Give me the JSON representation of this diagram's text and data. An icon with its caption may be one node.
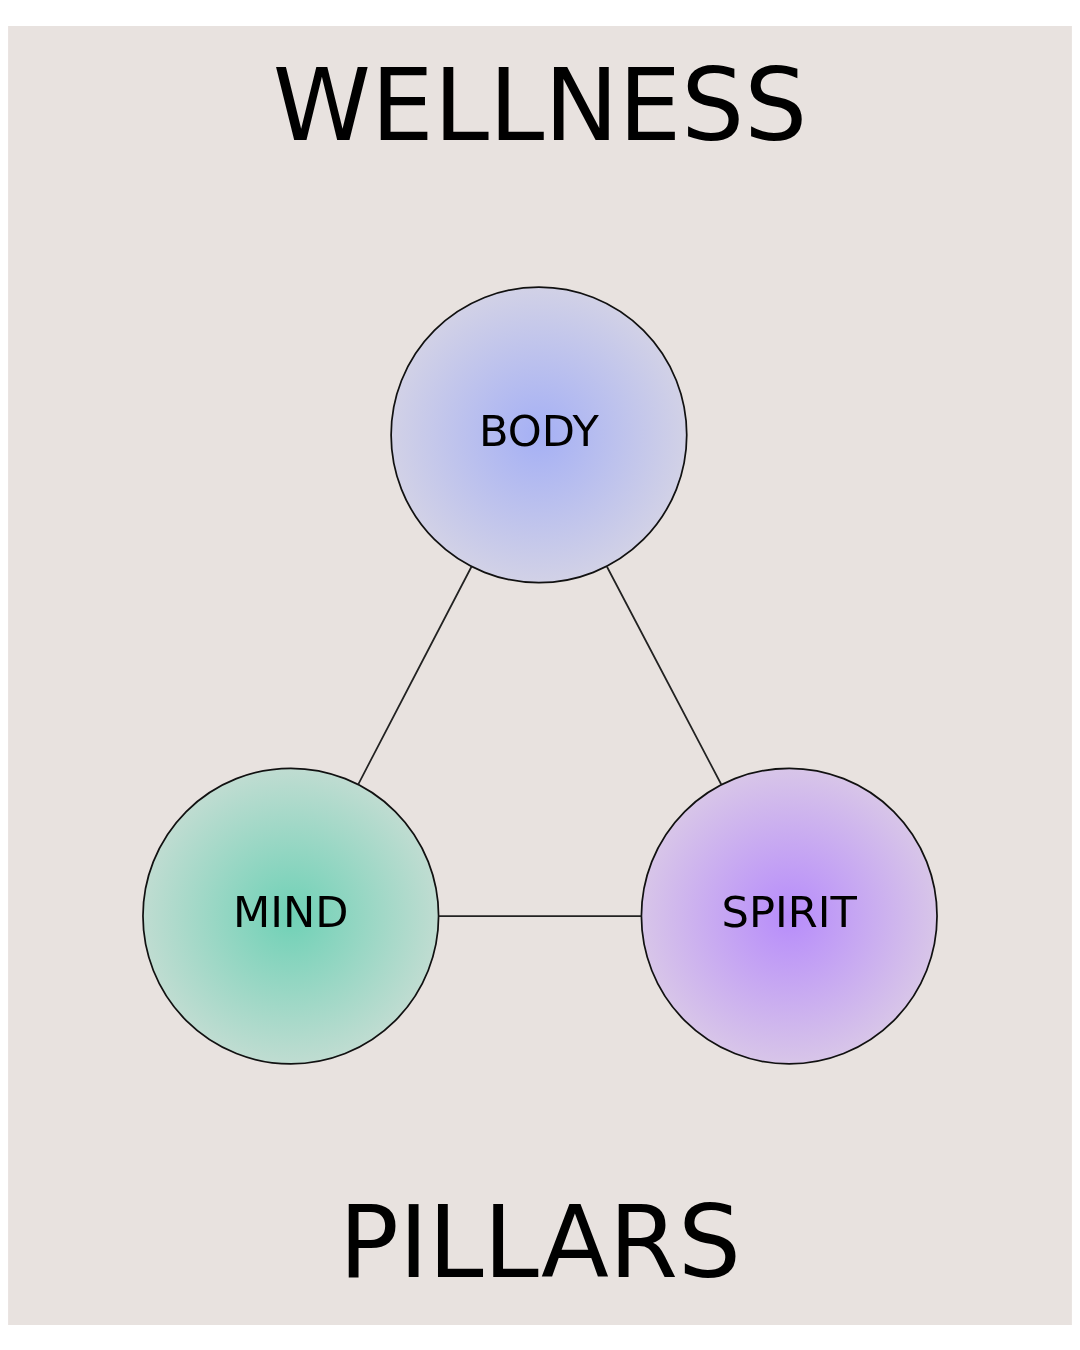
{
  "diagram": {
    "title": "WELLNESS",
    "caption": "PILLARS",
    "nodes": [
      {
        "text": [
          "BODY"
        ]
      },
      {
        "text": [
          "MIND"
        ]
      },
      {
        "text": [
          "SPIRIT"
        ]
      }
    ],
    "edges": [
      {
        "from": 0,
        "to": 1,
        "arrow": "none"
      },
      {
        "from": 0,
        "to": 2,
        "arrow": "none"
      },
      {
        "from": 1,
        "to": 2,
        "arrow": "none"
      }
    ]
  }
}
